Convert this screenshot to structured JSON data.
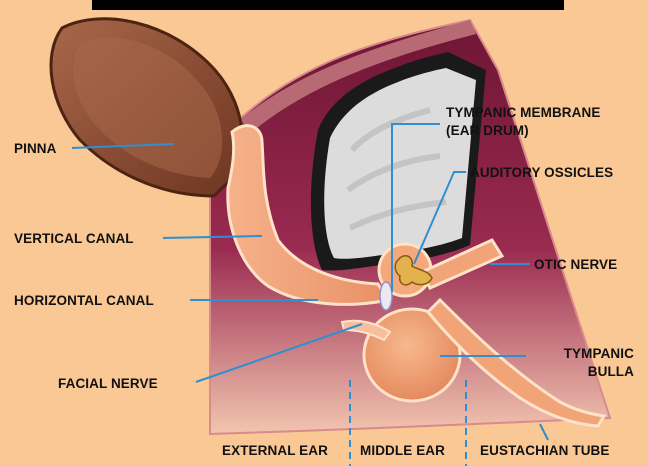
{
  "labels": {
    "pinna": "PINNA",
    "vertical_canal": "VERTICAL CANAL",
    "horizontal_canal": "HORIZONTAL CANAL",
    "facial_nerve": "FACIAL NERVE",
    "tympanic_membrane_line1": "TYMPANIC MEMBRANE",
    "tympanic_membrane_line2": "(EAR DRUM)",
    "auditory_ossicles": "AUDITORY OSSICLES",
    "otic_nerve": "OTIC NERVE",
    "tympanic_bulla_line1": "TYMPANIC",
    "tympanic_bulla_line2": "BULLA",
    "external_ear": "EXTERNAL EAR",
    "middle_ear": "MIDDLE EAR",
    "eustachian_tube": "EUSTACHIAN TUBE"
  },
  "colors": {
    "background": "#f9c894",
    "title_bar": "#000000",
    "tissue": "#8c1f43",
    "canal": "#f0a478",
    "pinna": "#8b4a2c",
    "leader_line": "#2f8fd0",
    "brain": "#d9d9d9"
  }
}
